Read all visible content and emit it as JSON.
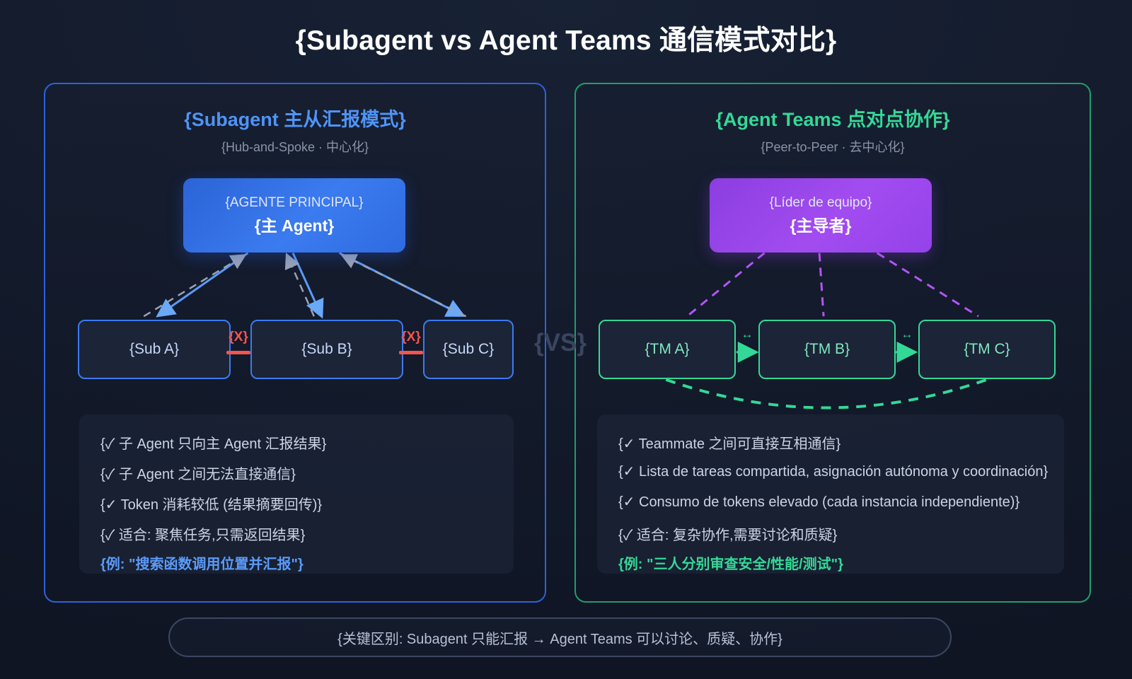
{
  "title": "{Subagent vs Agent Teams 通信模式对比}",
  "vs_label": "{VS}",
  "colors": {
    "background": "#131a2b",
    "blue_accent": "#3b7bf0",
    "green_accent": "#34d896",
    "purple_accent": "#a24cf0",
    "red_blocked": "#f4554e",
    "muted_text": "#8a93a8"
  },
  "left_panel": {
    "title": "{Subagent 主从汇报模式}",
    "subtitle": "{Hub-and-Spoke · 中心化}",
    "hub": {
      "sub_label": "{AGENTE PRINCIPAL}",
      "main_label": "{主 Agent}"
    },
    "leaves": [
      {
        "label": "{Sub A}"
      },
      {
        "label": "{Sub B}"
      },
      {
        "label": "{Sub C}"
      }
    ],
    "blocked_markers": [
      {
        "label": "{X}"
      },
      {
        "label": "{X}"
      }
    ],
    "bullets": [
      "{✓ 子 Agent 只向主 Agent 汇报结果}",
      "{✓ 子 Agent 之间无法直接通信}",
      "{✓ Token 消耗较低 (结果摘要回传)}",
      "{✓ 适合: 聚焦任务,只需返回结果}"
    ],
    "example": "{例: \"搜索函数调用位置并汇报\"}"
  },
  "right_panel": {
    "title": "{Agent Teams 点对点协作}",
    "subtitle": "{Peer-to-Peer · 去中心化}",
    "hub": {
      "sub_label": "{Líder de equipo}",
      "main_label": "{主导者}"
    },
    "leaves": [
      {
        "label": "{TM A}"
      },
      {
        "label": "{TM B}"
      },
      {
        "label": "{TM C}"
      }
    ],
    "peer_links": [
      {
        "label": "↔"
      },
      {
        "label": "↔"
      }
    ],
    "bullets": [
      "{✓ Teammate 之间可直接互相通信}",
      "{✓ Lista de tareas compartida, asignación autónoma y coordinación}",
      "{✓ Consumo de tokens elevado (cada instancia independiente)}",
      "{✓ 适合: 复杂协作,需要讨论和质疑}"
    ],
    "example": "{例: \"三人分别审查安全/性能/测试\"}"
  },
  "footer": "{关键区别: Subagent 只能汇报 → Agent Teams 可以讨论、质疑、协作}"
}
